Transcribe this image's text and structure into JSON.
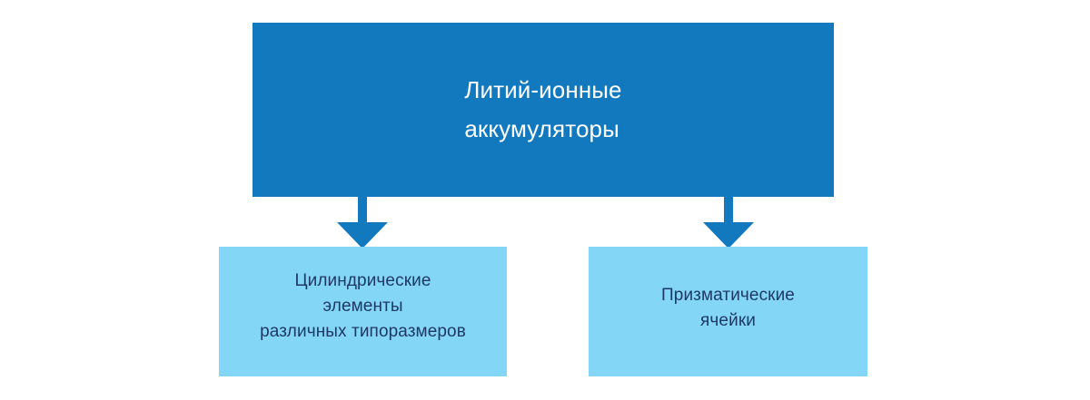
{
  "diagram": {
    "type": "hierarchy-flowchart",
    "background_color": "#ffffff",
    "colors": {
      "root_fill": "#1379be",
      "root_text": "#ffffff",
      "child_fill": "#84d6f7",
      "child_text": "#1f3864",
      "arrow": "#1379be"
    },
    "root": {
      "label": "Литий-ионные\nаккумуляторы"
    },
    "children": [
      {
        "label": "Цилиндрические\nэлементы\nразличных типоразмеров"
      },
      {
        "label": "Призматические\nячейки"
      }
    ],
    "connectors": [
      {
        "name": "arrow-root-to-cylindrical",
        "direction": "down"
      },
      {
        "name": "arrow-root-to-prismatic",
        "direction": "down"
      }
    ]
  }
}
